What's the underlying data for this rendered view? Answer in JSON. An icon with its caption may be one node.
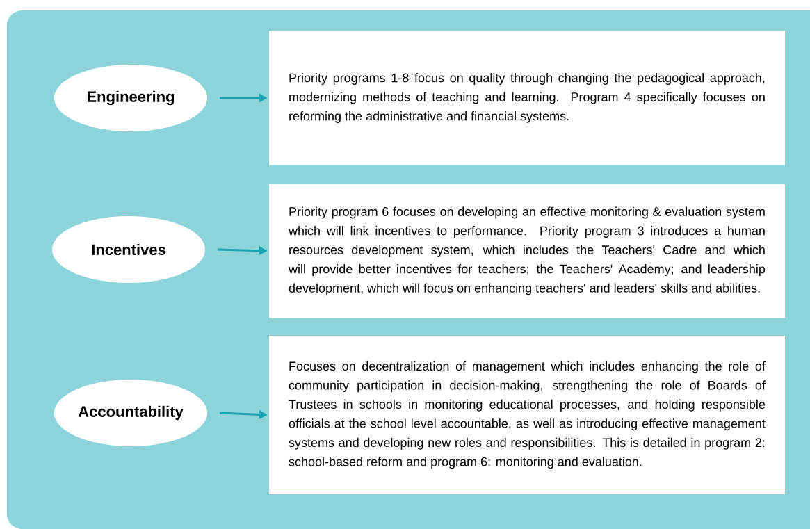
{
  "diagram": {
    "nodes": [
      {
        "text": [
          "Engineering"
        ]
      },
      {
        "text": [
          "Priority programs 1-8 focus on quality through changing the pedagogical approach, modernizing methods of teaching and learning. Program 4 specifically focuses on reforming the administrative and financial systems."
        ]
      },
      {
        "text": [
          "Incentives"
        ]
      },
      {
        "text": [
          "Priority program 6 focuses on developing an effective monitoring & evaluation system which will link incentives to performance. Priority program 3 introduces a human resources development system, which includes the Teachers' Cadre and which will provide better incentives for teachers; the Teachers' Academy; and leadership development, which will focus on enhancing teachers' and leaders' skills and abilities."
        ]
      },
      {
        "text": [
          "Accountability"
        ]
      },
      {
        "text": [
          "Focuses on decentralization of management which includes enhancing the role of community participation in decision-making, strengthening the role of Boards of Trustees in schools in monitoring educational processes, and holding responsible officials at the school level accountable, as well as introducing effective management systems and developing new roles and responsibilities. This is detailed in program 2: school-based reform and program 6: monitoring and evaluation."
        ]
      }
    ],
    "edges": [
      {
        "from": 0,
        "to": 1,
        "arrow": "to"
      },
      {
        "from": 2,
        "to": 3,
        "arrow": "to"
      },
      {
        "from": 4,
        "to": 5,
        "arrow": "to"
      }
    ]
  }
}
